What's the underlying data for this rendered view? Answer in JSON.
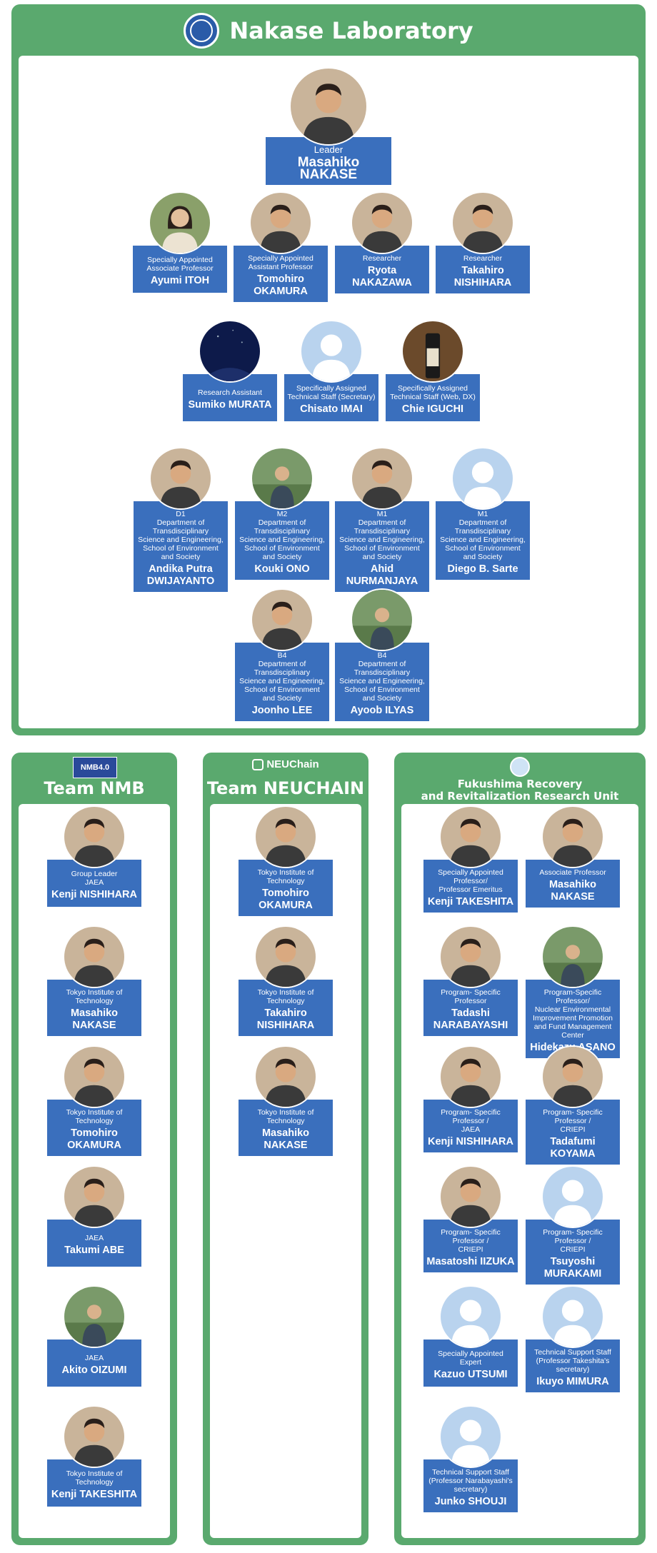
{
  "lab": {
    "title": "Nakase Laboratory",
    "leader": {
      "role": "Leader",
      "name": "Masahiko NAKASE"
    },
    "row1": [
      {
        "role": "Specially Appointed\nAssociate Professor",
        "name": "Ayumi ITOH",
        "avatar": "photo-woman-icon"
      },
      {
        "role": "Specially Appointed\nAssistant Professor",
        "name": "Tomohiro OKAMURA",
        "avatar": "photo-man-icon"
      },
      {
        "role": "Researcher",
        "name": "Ryota NAKAZAWA",
        "avatar": "photo-man-icon"
      },
      {
        "role": "Researcher",
        "name": "Takahiro NISHIHARA",
        "avatar": "photo-man-icon"
      }
    ],
    "row2": [
      {
        "role": "Research Assistant",
        "name": "Sumiko MURATA",
        "avatar": "photo-night-icon"
      },
      {
        "role": "Specifically Assigned\nTechnical Staff (Secretary)",
        "name": "Chisato IMAI",
        "avatar": "placeholder-person-icon"
      },
      {
        "role": "Specifically Assigned\nTechnical Staff (Web, DX)",
        "name": "Chie IGUCHI",
        "avatar": "photo-bottle-icon"
      }
    ],
    "row3": [
      {
        "role": "D1\nDepartment of Transdisciplinary\nScience and Engineering,\nSchool of Environment\nand Society",
        "name": "Andika Putra\nDWIJAYANTO",
        "avatar": "photo-man-icon"
      },
      {
        "role": "M2\nDepartment of Transdisciplinary\nScience and Engineering,\nSchool of Environment\nand Society",
        "name": "Kouki ONO",
        "avatar": "photo-outdoor-icon"
      },
      {
        "role": "M1\nDepartment of Transdisciplinary\nScience and Engineering,\nSchool of Environment\nand Society",
        "name": "Ahid NURMANJAYA",
        "avatar": "photo-man-icon"
      },
      {
        "role": "M1\nDepartment of Transdisciplinary\nScience and Engineering,\nSchool of Environment\nand Society",
        "name": "Diego B. Sarte",
        "avatar": "placeholder-person-icon"
      }
    ],
    "row4": [
      {
        "role": "B4\nDepartment of Transdisciplinary\nScience and Engineering,\nSchool of Environment\nand Society",
        "name": "Joonho LEE",
        "avatar": "photo-man-icon"
      },
      {
        "role": "B4\nDepartment of Transdisciplinary\nScience and Engineering,\nSchool of Environment\nand Society",
        "name": "Ayoob ILYAS",
        "avatar": "photo-outdoor-icon"
      }
    ]
  },
  "team_nmb": {
    "title": "Team NMB",
    "logo_text": "NMB4.0",
    "members": [
      {
        "role": "Group Leader\nJAEA",
        "name": "Kenji NISHIHARA",
        "avatar": "photo-man-icon"
      },
      {
        "role": "Tokyo Institute of Technology",
        "name": "Masahiko NAKASE",
        "avatar": "photo-man-icon"
      },
      {
        "role": "Tokyo Institute of Technology",
        "name": "Tomohiro OKAMURA",
        "avatar": "photo-man-icon"
      },
      {
        "role": "JAEA",
        "name": "Takumi ABE",
        "avatar": "photo-man-icon"
      },
      {
        "role": "JAEA",
        "name": "Akito OIZUMI",
        "avatar": "photo-outdoor-icon"
      },
      {
        "role": "Tokyo Institute of Technology",
        "name": "Kenji TAKESHITA",
        "avatar": "photo-man-icon"
      }
    ]
  },
  "team_neuchain": {
    "title": "Team NEUCHAIN",
    "logo_text": "NEUChain",
    "members": [
      {
        "role": "Tokyo Institute of Technology",
        "name": "Tomohiro OKAMURA",
        "avatar": "photo-man-icon"
      },
      {
        "role": "Tokyo Institute of Technology",
        "name": "Takahiro NISHIHARA",
        "avatar": "photo-man-icon"
      },
      {
        "role": "Tokyo Institute of Technology",
        "name": "Masahiko NAKASE",
        "avatar": "photo-man-icon"
      }
    ]
  },
  "fukushima": {
    "title": "Fukushima Recovery\nand Revitalization Research Unit",
    "members": [
      {
        "role": "Specially Appointed Professor/\nProfessor Emeritus",
        "name": "Kenji TAKESHITA",
        "avatar": "photo-man-icon"
      },
      {
        "role": "Associate Professor",
        "name": "Masahiko NAKASE",
        "avatar": "photo-man-icon"
      },
      {
        "role": "Program- Specific Professor",
        "name": "Tadashi NARABAYASHI",
        "avatar": "photo-man-icon"
      },
      {
        "role": "Program-Specific Professor/\nNuclear Environmental\nImprovement Promotion\nand Fund Management Center",
        "name": "Hidekazu ASANO",
        "avatar": "photo-outdoor-icon"
      },
      {
        "role": "Program- Specific Professor /\nJAEA",
        "name": "Kenji NISHIHARA",
        "avatar": "photo-man-icon"
      },
      {
        "role": "Program- Specific Professor /\nCRIEPI",
        "name": "Tadafumi KOYAMA",
        "avatar": "photo-man-icon"
      },
      {
        "role": "Program- Specific Professor /\nCRIEPI",
        "name": "Masatoshi IIZUKA",
        "avatar": "photo-man-icon"
      },
      {
        "role": "Program- Specific Professor /\nCRIEPI",
        "name": "Tsuyoshi MURAKAMI",
        "avatar": "placeholder-person-icon"
      },
      {
        "role": "Specially Appointed Expert",
        "name": "Kazuo UTSUMI",
        "avatar": "placeholder-person-icon"
      },
      {
        "role": "Technical Support Staff\n(Professor Takeshita's secretary)",
        "name": "Ikuyo MIMURA",
        "avatar": "placeholder-person-icon"
      },
      {
        "role": "Technical Support Staff\n(Professor Narabayashi's secretary)",
        "name": "Junko SHOUJI",
        "avatar": "placeholder-person-icon"
      }
    ]
  },
  "colors": {
    "green": "#5aa96e",
    "card_blue": "#3a6fbd",
    "placeholder": "#b9d3ee"
  }
}
